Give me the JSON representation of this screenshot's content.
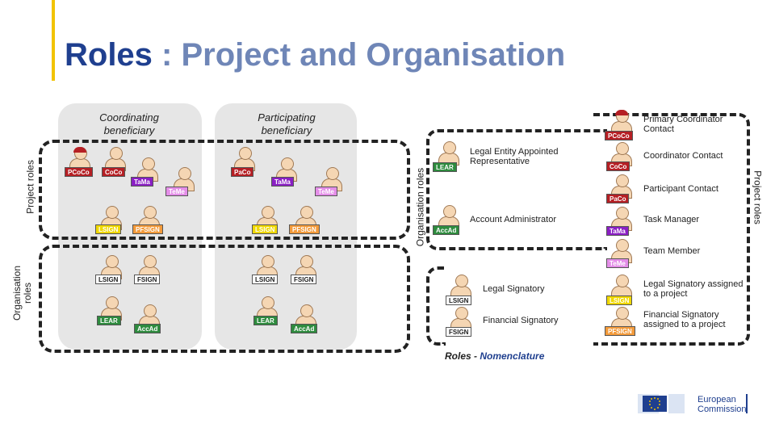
{
  "title": {
    "main": "Roles",
    "rest": " : Project and Organisation"
  },
  "left": {
    "coordinating": "Coordinating beneficiary",
    "participating": "Participating beneficiary",
    "project_roles": "Project roles",
    "organisation_roles": "Organisation roles"
  },
  "badges": {
    "pcoco": "PCoCo",
    "coco": "CoCo",
    "tama": "TaMa",
    "teme": "TeMe",
    "paco": "PaCo",
    "lsign": "LSIGN",
    "pfsign": "PFSIGN",
    "fsign": "FSIGN",
    "lear": "LEAR",
    "acad": "AccAd"
  },
  "right": {
    "organisation_roles": "Organisation roles",
    "project_roles": "Project roles",
    "lear_desc": "Legal Entity Appointed Representative",
    "accad_desc": "Account Administrator",
    "pcoco_desc": "Primary Coordinator Contact",
    "coco_desc": "Coordinator Contact",
    "paco_desc": "Participant Contact",
    "tama_desc": "Task Manager",
    "teme_desc": "Team Member",
    "lsign_desc": "Legal Signatory",
    "fsign_desc": "Financial Signatory",
    "plsign_desc": "Legal Signatory assigned to a project",
    "pfsign_desc": "Financial Signatory assigned to a project",
    "nomenclature_a": "Roles - ",
    "nomenclature_b": "Nomenclature"
  },
  "logo": {
    "line1": "European",
    "line2": "Commission"
  },
  "colors": {
    "red": "#b51f24",
    "green": "#2e8b3e",
    "purple": "#8a1fc4",
    "pink": "#e48ee8",
    "yellow": "#f0d800",
    "orange": "#f39a3a",
    "panel": "#dcdcdc",
    "title": "#1f3f8f"
  }
}
